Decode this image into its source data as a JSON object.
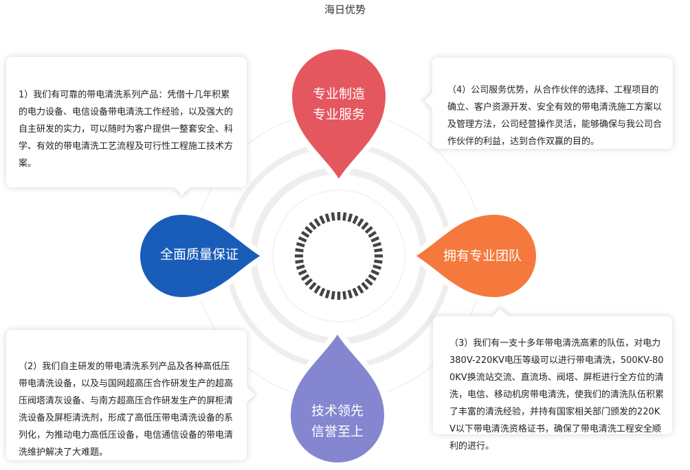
{
  "title": "海日优势",
  "colors": {
    "top_drop": "#e5575f",
    "left_drop": "#1a5db8",
    "right_drop": "#f5793c",
    "bottom_drop": "#8486cf",
    "ring": "#f0f0f0",
    "spinner": "#444444"
  },
  "drops": {
    "top": {
      "line1": "专业制造",
      "line2": "专业服务"
    },
    "left": {
      "line1": "全面质量保证"
    },
    "right": {
      "line1": "拥有专业团队"
    },
    "bottom": {
      "line1": "技术领先",
      "line2": "信誉至上"
    }
  },
  "cards": {
    "card1": "1）我们有可靠的带电清洗系列产品：凭借十几年积累的电力设备、电信设备带电清洗工作经验，以及强大的自主研发的实力，可以随时为客户提供一整套安全、科学、有效的带电清洗工艺流程及可行性工程施工技术方案。",
    "card2": "（4）公司服务优势，从合作伙伴的选择、工程项目的确立、客户资源开发、安全有效的带电清洗施工方案以及管理方法，公司经营操作灵活，能够确保与我公司合作伙伴的利益，达到合作双赢的目的。",
    "card3": "（2）我们自主研发的带电清洗系列产品及各种高低压带电清洗设备，以及与国网超高压合作研发生产的超高压阀塔清灰设备、与南方超高压合作研发生产的屏柜清洗设备及屏柜清洗剂，形成了高低压带电清洗设备的系列化，为推动电力高低压设备，电信通信设备的带电清洗维护解决了大难题。",
    "card4": "（3）我们有一支十多年带电清洗高素的队伍，对电力380V-220KV电压等级可以进行带电清洗，500KV-800KV换流站交流、直流场、阀塔、屏柜进行全方位的清洗，电信、移动机房带电清洗，使我们的清洗队伍积累了丰富的清洗经验，并持有国家相关部门颁发的220KV以下带电清洗资格证书，确保了带电清洗工程安全顺利的进行。"
  }
}
